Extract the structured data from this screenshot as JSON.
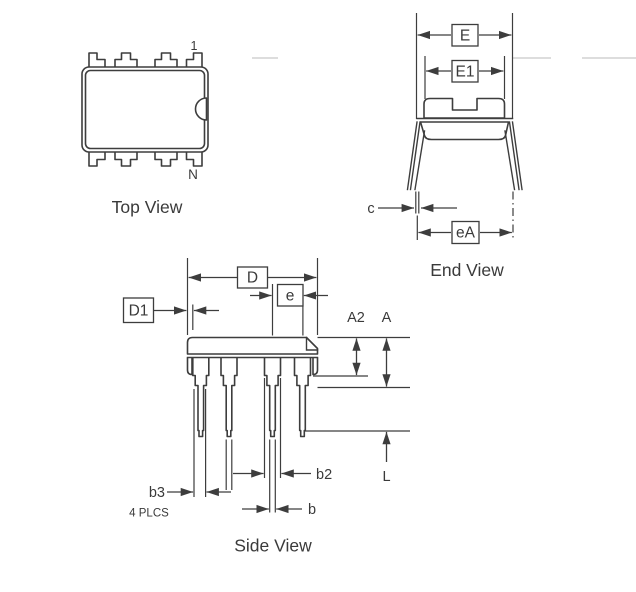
{
  "background": "#ffffff",
  "ink_color": "#3d3d3d",
  "top_view": {
    "title": "Top View",
    "pin_first": "1",
    "pin_last": "N"
  },
  "end_view": {
    "title": "End View",
    "labels": {
      "overall_width": "E",
      "body_width": "E1",
      "lead_thickness": "c",
      "lead_span": "eA"
    }
  },
  "side_view": {
    "title": "Side View",
    "labels": {
      "body_length": "D",
      "end_to_lead": "D1",
      "lead_pitch": "e",
      "body_height": "A2",
      "overall_height": "A",
      "shoulder_width": "b2",
      "lead_width": "b",
      "mid_width": "b3",
      "mid_width_note": "4 PLCS",
      "lead_length": "L"
    }
  }
}
